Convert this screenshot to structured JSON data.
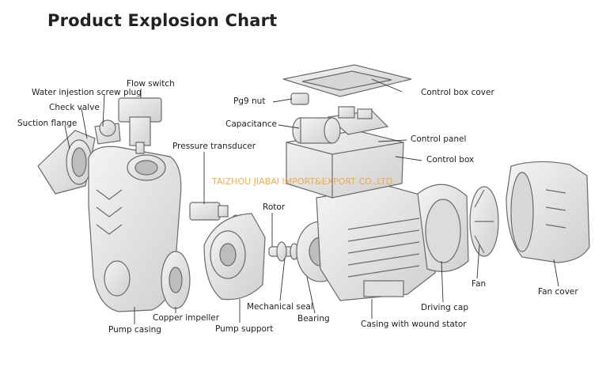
{
  "title": "Product Explosion Chart",
  "watermark": "TAIZHOU JIABAI IMPORT&EXPORT CO.,LTD.",
  "labels": {
    "water_injection_screw_plug": "Water injestion screw plug",
    "flow_switch": "Flow switch",
    "check_valve": "Check valve",
    "suction_flange": "Suction  flange",
    "pg9_nut": "Pg9 nut",
    "control_box_cover": "Control box cover",
    "capacitance": "Capacitance",
    "control_panel": "Control panel",
    "control_box": "Control box",
    "pressure_transducer": "Pressure transducer",
    "rotor": "Rotor",
    "fan": "Fan",
    "fan_cover": "Fan cover",
    "mechanical_seal": "Mechanical seal",
    "bearing": "Bearing",
    "driving_cap": "Driving cap",
    "copper_impeller": "Copper impeller",
    "pump_support": "Pump support",
    "pump_casing": "Pump casing",
    "casing_with_wound_stator": "Casing with wound stator"
  },
  "colors": {
    "title": "#222222",
    "watermark": "#f0a030",
    "line": "#333333",
    "part_stroke": "#6a6a6a",
    "part_fill": "#e6e6e6"
  }
}
